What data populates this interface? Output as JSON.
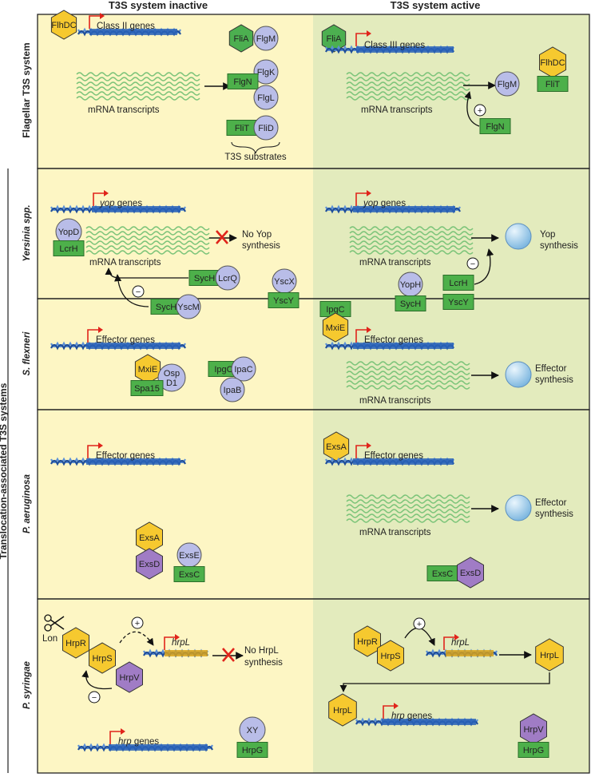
{
  "headers": {
    "inactive": "T3S system inactive",
    "active": "T3S system active"
  },
  "side_labels": {
    "flagellar": "Flagellar T3S system",
    "translocation": "Translocation-associated T3S systems"
  },
  "organisms": {
    "yersinia": "Yersinia spp.",
    "shigella": "S. flexneri",
    "pseudomonas": "P. aeruginosa",
    "psyringae": "P. syringae"
  },
  "flagellar": {
    "inactive": {
      "flhdc": "FlhDC",
      "genes": "Class II genes",
      "mrna": "mRNA transcripts",
      "flia": "FliA",
      "flgm": "FlgM",
      "flgk": "FlgK",
      "flgn": "FlgN",
      "flgl": "FlgL",
      "flit": "FliT",
      "flid": "FliD",
      "substrates": "T3S substrates"
    },
    "active": {
      "flia": "FliA",
      "genes": "Class III genes",
      "mrna": "mRNA transcripts",
      "flgm": "FlgM",
      "flgn": "FlgN",
      "plus": "+",
      "flhdc": "FlhDC",
      "flit": "FliT"
    }
  },
  "yersinia": {
    "inactive": {
      "genes_italic": "yop",
      "genes_rest": " genes",
      "yopd": "YopD",
      "lcrh": "LcrH",
      "mrna": "mRNA transcripts",
      "no_syn_1": "No Yop",
      "no_syn_2": "synthesis",
      "sych1": "SycH",
      "lcrq": "LcrQ",
      "sych2": "SycH",
      "yscm": "YscM",
      "yscx": "YscX",
      "yscy": "YscY",
      "minus": "−"
    },
    "active": {
      "genes_italic": "yop",
      "genes_rest": " genes",
      "mrna": "mRNA transcripts",
      "syn_1": "Yop",
      "syn_2": "synthesis",
      "yoph": "YopH",
      "sych": "SycH",
      "lcrh": "LcrH",
      "yscy": "YscY",
      "minus": "−"
    }
  },
  "shigella": {
    "inactive": {
      "genes": "Effector genes",
      "mxie": "MxiE",
      "osp_1": "Osp",
      "osp_2": "D1",
      "spa15": "Spa15",
      "ipgc": "IpgC",
      "ipac": "IpaC",
      "ipab": "IpaB"
    },
    "active": {
      "ipgc": "IpgC",
      "mxie": "MxiE",
      "genes": "Effector genes",
      "mrna": "mRNA transcripts",
      "syn_1": "Effector",
      "syn_2": "synthesis"
    }
  },
  "pseudomonas": {
    "inactive": {
      "genes": "Effector genes",
      "exsa": "ExsA",
      "exsd": "ExsD",
      "exse": "ExsE",
      "exsc": "ExsC"
    },
    "active": {
      "exsa": "ExsA",
      "genes": "Effector genes",
      "mrna": "mRNA transcripts",
      "syn_1": "Effector",
      "syn_2": "synthesis",
      "exsc": "ExsC",
      "exsd": "ExsD"
    }
  },
  "psyringae": {
    "inactive": {
      "lon": "Lon",
      "hrpr": "HrpR",
      "hrps": "HrpS",
      "hrpv": "HrpV",
      "plus": "+",
      "minus": "−",
      "hrpl_gene": "hrpL",
      "no_syn_1": "No HrpL",
      "no_syn_2": "synthesis",
      "hrp_italic": "hrp",
      "hrp_rest": " genes",
      "xy": "XY",
      "hrpg": "HrpG"
    },
    "active": {
      "hrpr": "HrpR",
      "hrps": "HrpS",
      "plus": "+",
      "hrpl_gene": "hrpL",
      "hrpl_prot": "HrpL",
      "hrpl_prot2": "HrpL",
      "hrp_italic": "hrp",
      "hrp_rest": " genes",
      "hrpv": "HrpV",
      "hrpg": "HrpG"
    }
  },
  "colors": {
    "inactive_bg": "#fdf6c4",
    "active_bg": "#e3ebbd",
    "hexagon_yellow": "#f6c92f",
    "hexagon_green": "#4caf50",
    "hexagon_purple": "#a07cc5",
    "rect_green": "#4db04a",
    "circle_lavender": "#b9bde8",
    "dna_blue": "#2a63b8",
    "mrna_green": "#7cc47a",
    "promoter_red": "#e0241b"
  }
}
